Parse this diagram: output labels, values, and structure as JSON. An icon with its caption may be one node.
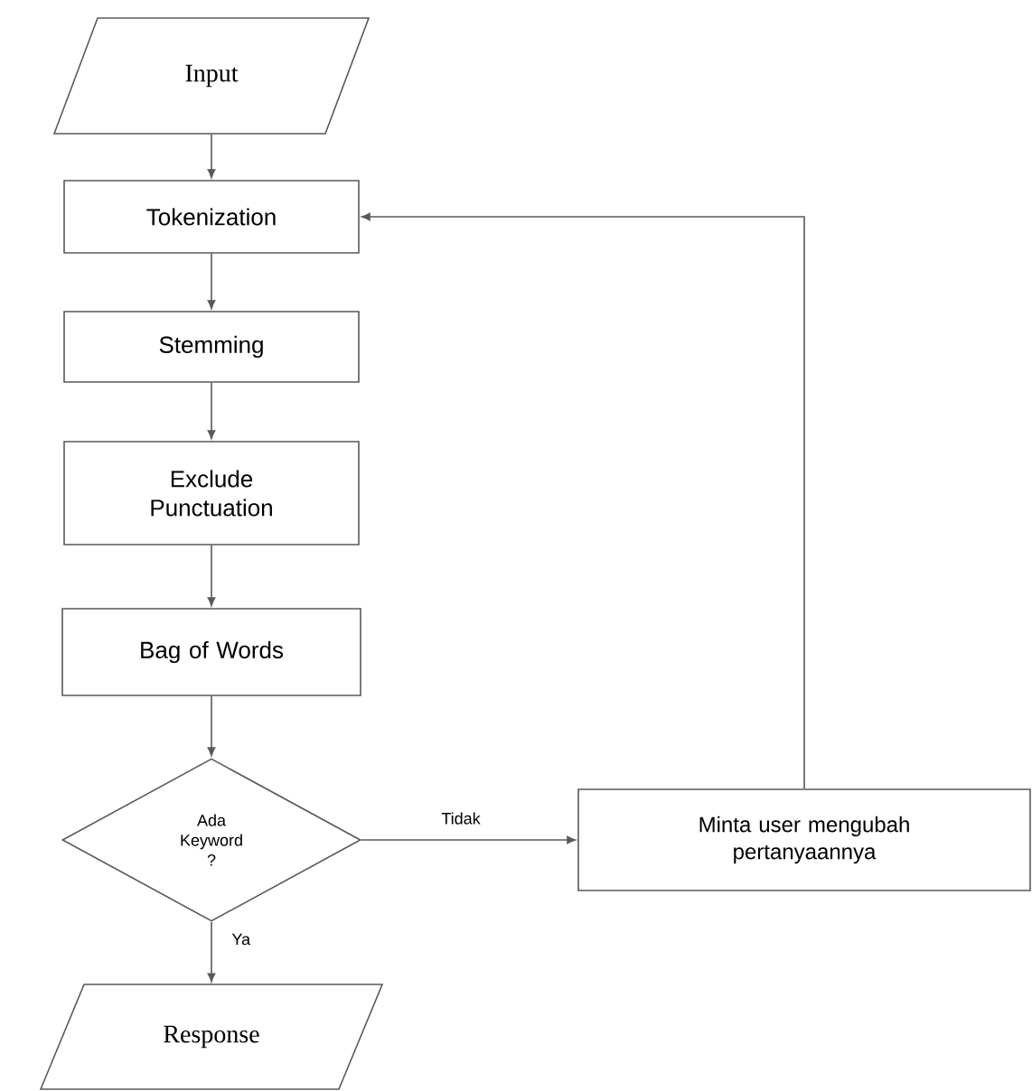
{
  "diagram": {
    "nodes": [
      {
        "text": [
          "Input"
        ]
      },
      {
        "text": [
          "Tokenization"
        ]
      },
      {
        "text": [
          "Stemming"
        ]
      },
      {
        "text": [
          "Exclude Punctuation"
        ]
      },
      {
        "text": [
          "Bag of Words"
        ]
      },
      {
        "text": [
          "Ada Keyword ?"
        ]
      },
      {
        "text": [
          "Minta user mengubah pertanyaannya"
        ]
      },
      {
        "text": [
          "Response"
        ]
      }
    ],
    "edges": [
      {
        "from": 0,
        "to": 1,
        "arrow": "to"
      },
      {
        "from": 1,
        "to": 2,
        "arrow": "to"
      },
      {
        "from": 2,
        "to": 3,
        "arrow": "to"
      },
      {
        "from": 3,
        "to": 4,
        "arrow": "to"
      },
      {
        "from": 4,
        "to": 5,
        "arrow": "to"
      },
      {
        "from": 5,
        "to": 6,
        "arrow": "to",
        "label": "Tidak"
      },
      {
        "from": 5,
        "to": 7,
        "arrow": "to",
        "label": "Ya"
      },
      {
        "from": 6,
        "to": 1,
        "arrow": "to"
      }
    ]
  }
}
